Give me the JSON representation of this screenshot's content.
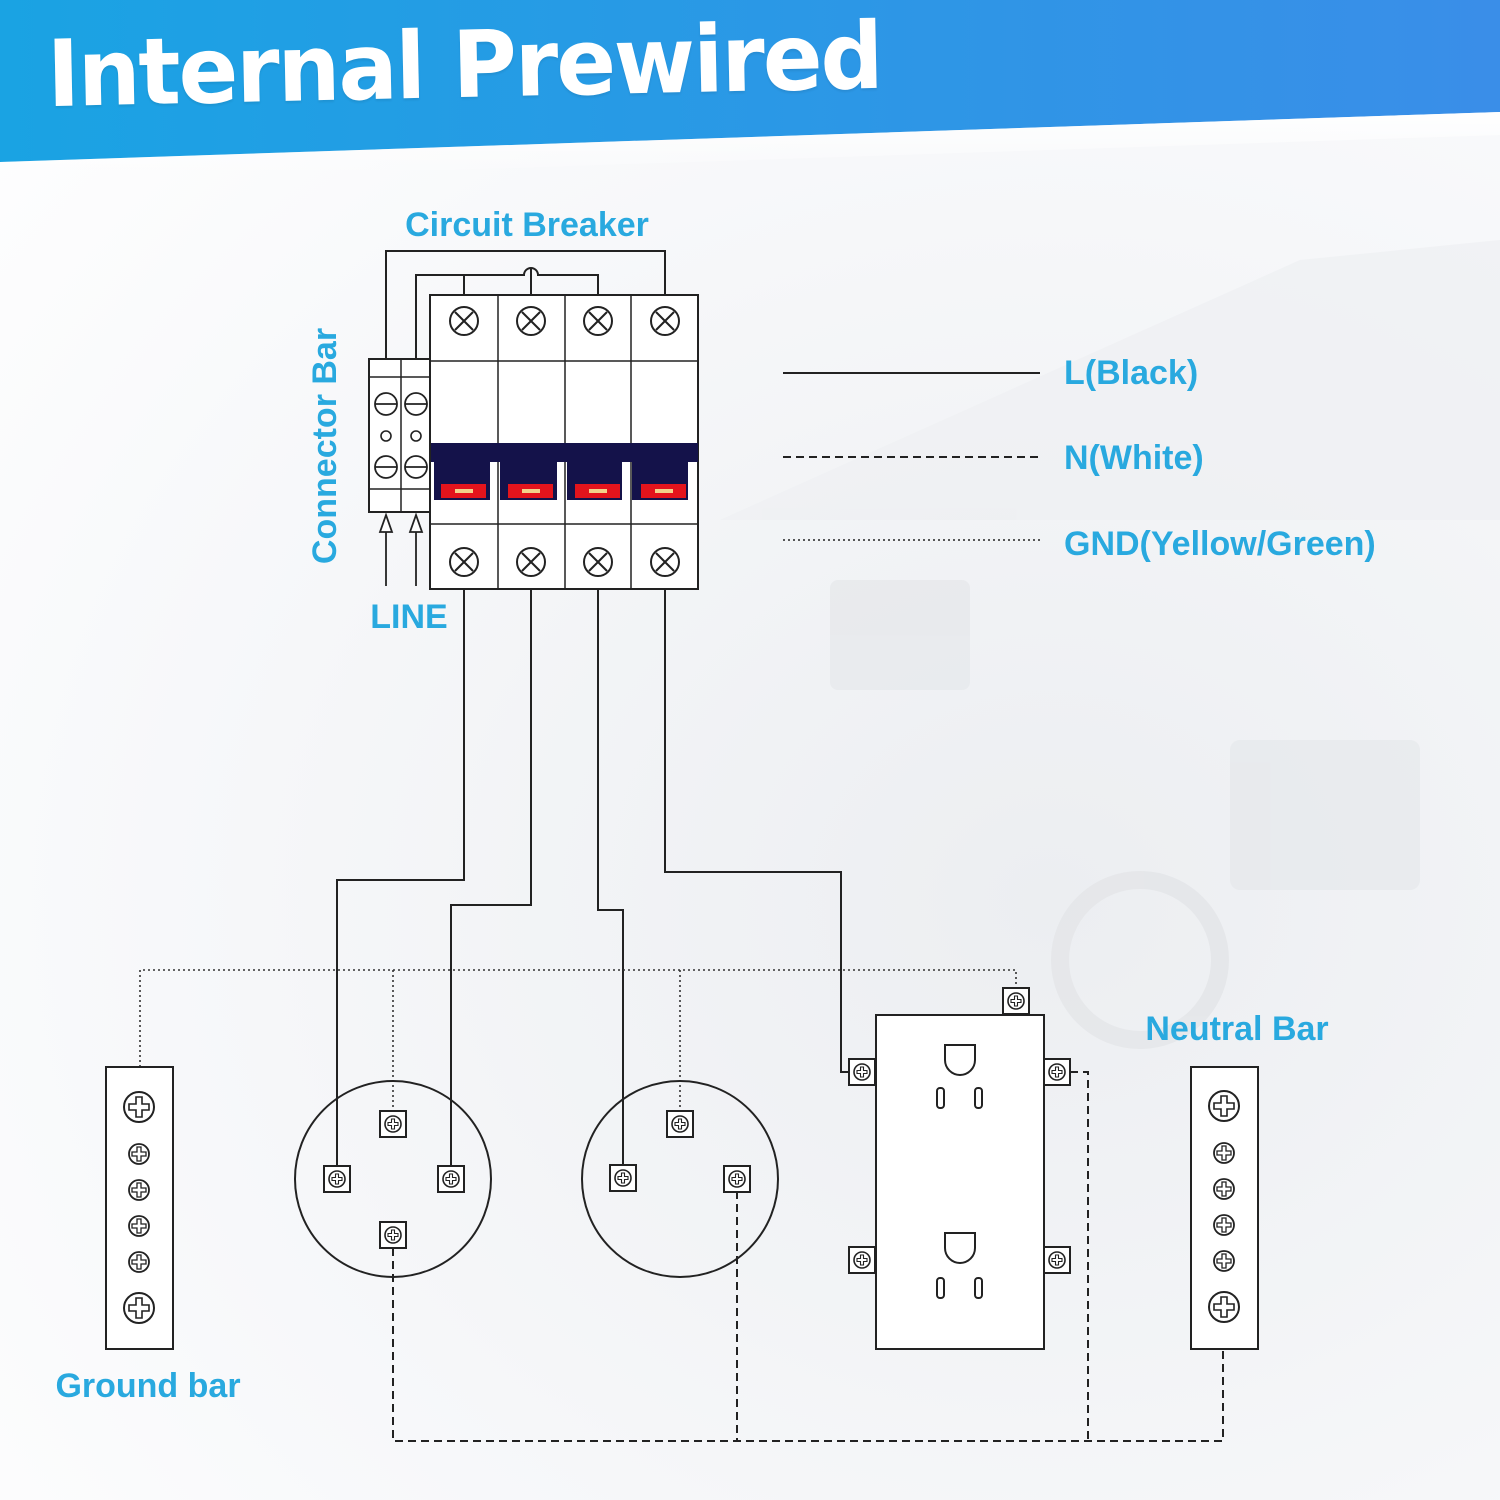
{
  "banner": {
    "title": "Internal Prewired",
    "gradient_start": "#1aa3e3",
    "gradient_end": "#3a8ee8"
  },
  "labels": {
    "circuit_breaker": "Circuit Breaker",
    "connector_bar": "Connector Bar",
    "line": "LINE",
    "ground_bar": "Ground bar",
    "neutral_bar": "Neutral Bar"
  },
  "legend": [
    {
      "label": "L(Black)",
      "line_style": "solid"
    },
    {
      "label": "N(White)",
      "line_style": "dashed"
    },
    {
      "label": "GND(Yellow/Green)",
      "line_style": "dotted"
    }
  ],
  "colors": {
    "label_blue": "#29a9df",
    "breaker_band": "#14124a",
    "breaker_handle": "#e3141c",
    "handle_indicator": "#f3d28a",
    "wire": "#222222"
  },
  "icons": {
    "breaker_terminal": "x-screw-icon",
    "bar_screw": "cross-screw-icon",
    "connector_screw": "slot-screw-icon",
    "arrow": "up-arrow-icon"
  }
}
